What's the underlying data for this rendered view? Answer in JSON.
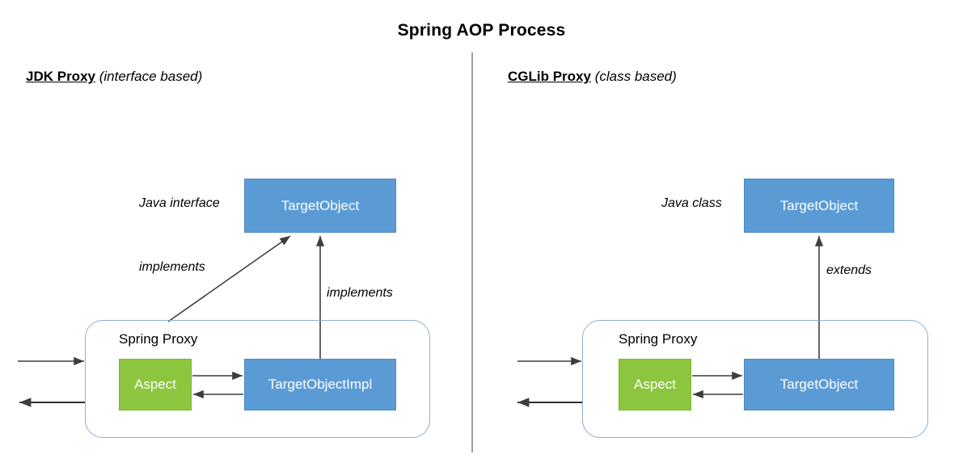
{
  "diagram": {
    "title": "Spring AOP Process",
    "divider": {
      "present": true
    },
    "panels": [
      {
        "id": "jdk",
        "header": {
          "strong": "JDK Proxy",
          "note": "(interface based)"
        },
        "top_box": {
          "label": "TargetObject",
          "color": "#5B9BD5"
        },
        "top_box_annotation": "Java interface",
        "container_label": "Spring Proxy",
        "aspect_box": {
          "label": "Aspect",
          "color": "#8CC63F"
        },
        "target_box": {
          "label": "TargetObjectImpl",
          "color": "#5B9BD5"
        },
        "relations": [
          {
            "label": "implements",
            "from": "Spring Proxy",
            "to": "TargetObject",
            "style": "diagonal"
          },
          {
            "label": "implements",
            "from": "TargetObjectImpl",
            "to": "TargetObject",
            "style": "vertical"
          }
        ],
        "external_arrows": [
          {
            "direction": "right",
            "meaning": "request-in"
          },
          {
            "direction": "left",
            "meaning": "response-out"
          }
        ],
        "internal_arrows": [
          {
            "direction": "right",
            "from": "Aspect",
            "to": "TargetObjectImpl"
          },
          {
            "direction": "left",
            "from": "TargetObjectImpl",
            "to": "Aspect"
          }
        ]
      },
      {
        "id": "cglib",
        "header": {
          "strong": "CGLib Proxy",
          "note": "(class based)"
        },
        "top_box": {
          "label": "TargetObject",
          "color": "#5B9BD5"
        },
        "top_box_annotation": "Java class",
        "container_label": "Spring Proxy",
        "aspect_box": {
          "label": "Aspect",
          "color": "#8CC63F"
        },
        "target_box": {
          "label": "TargetObject",
          "color": "#5B9BD5"
        },
        "relations": [
          {
            "label": "extends",
            "from": "TargetObject (proxy)",
            "to": "TargetObject",
            "style": "vertical"
          }
        ],
        "external_arrows": [
          {
            "direction": "right",
            "meaning": "request-in"
          },
          {
            "direction": "left",
            "meaning": "response-out"
          }
        ],
        "internal_arrows": [
          {
            "direction": "right",
            "from": "Aspect",
            "to": "TargetObject"
          },
          {
            "direction": "left",
            "from": "TargetObject",
            "to": "Aspect"
          }
        ]
      }
    ],
    "colors": {
      "blue": "#5B9BD5",
      "green": "#8CC63F",
      "container_border": "#8FAED0",
      "divider": "#9E9E9E",
      "connector": "#404040",
      "text_on_box": "#FFFFFF"
    }
  }
}
